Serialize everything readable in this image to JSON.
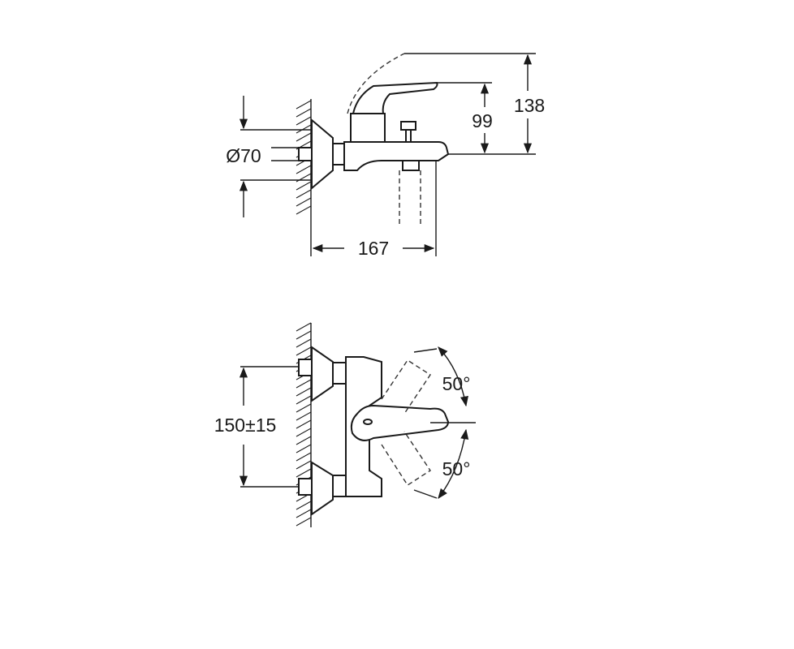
{
  "side_view": {
    "dim_diameter": "Ø70",
    "dim_height_lever": "99",
    "dim_height_total": "138",
    "dim_depth": "167"
  },
  "top_view": {
    "dim_centers": "150±15",
    "angle_upper": "50°",
    "angle_lower": "50°"
  },
  "colors": {
    "line": "#1a1a1a",
    "background": "#ffffff"
  }
}
